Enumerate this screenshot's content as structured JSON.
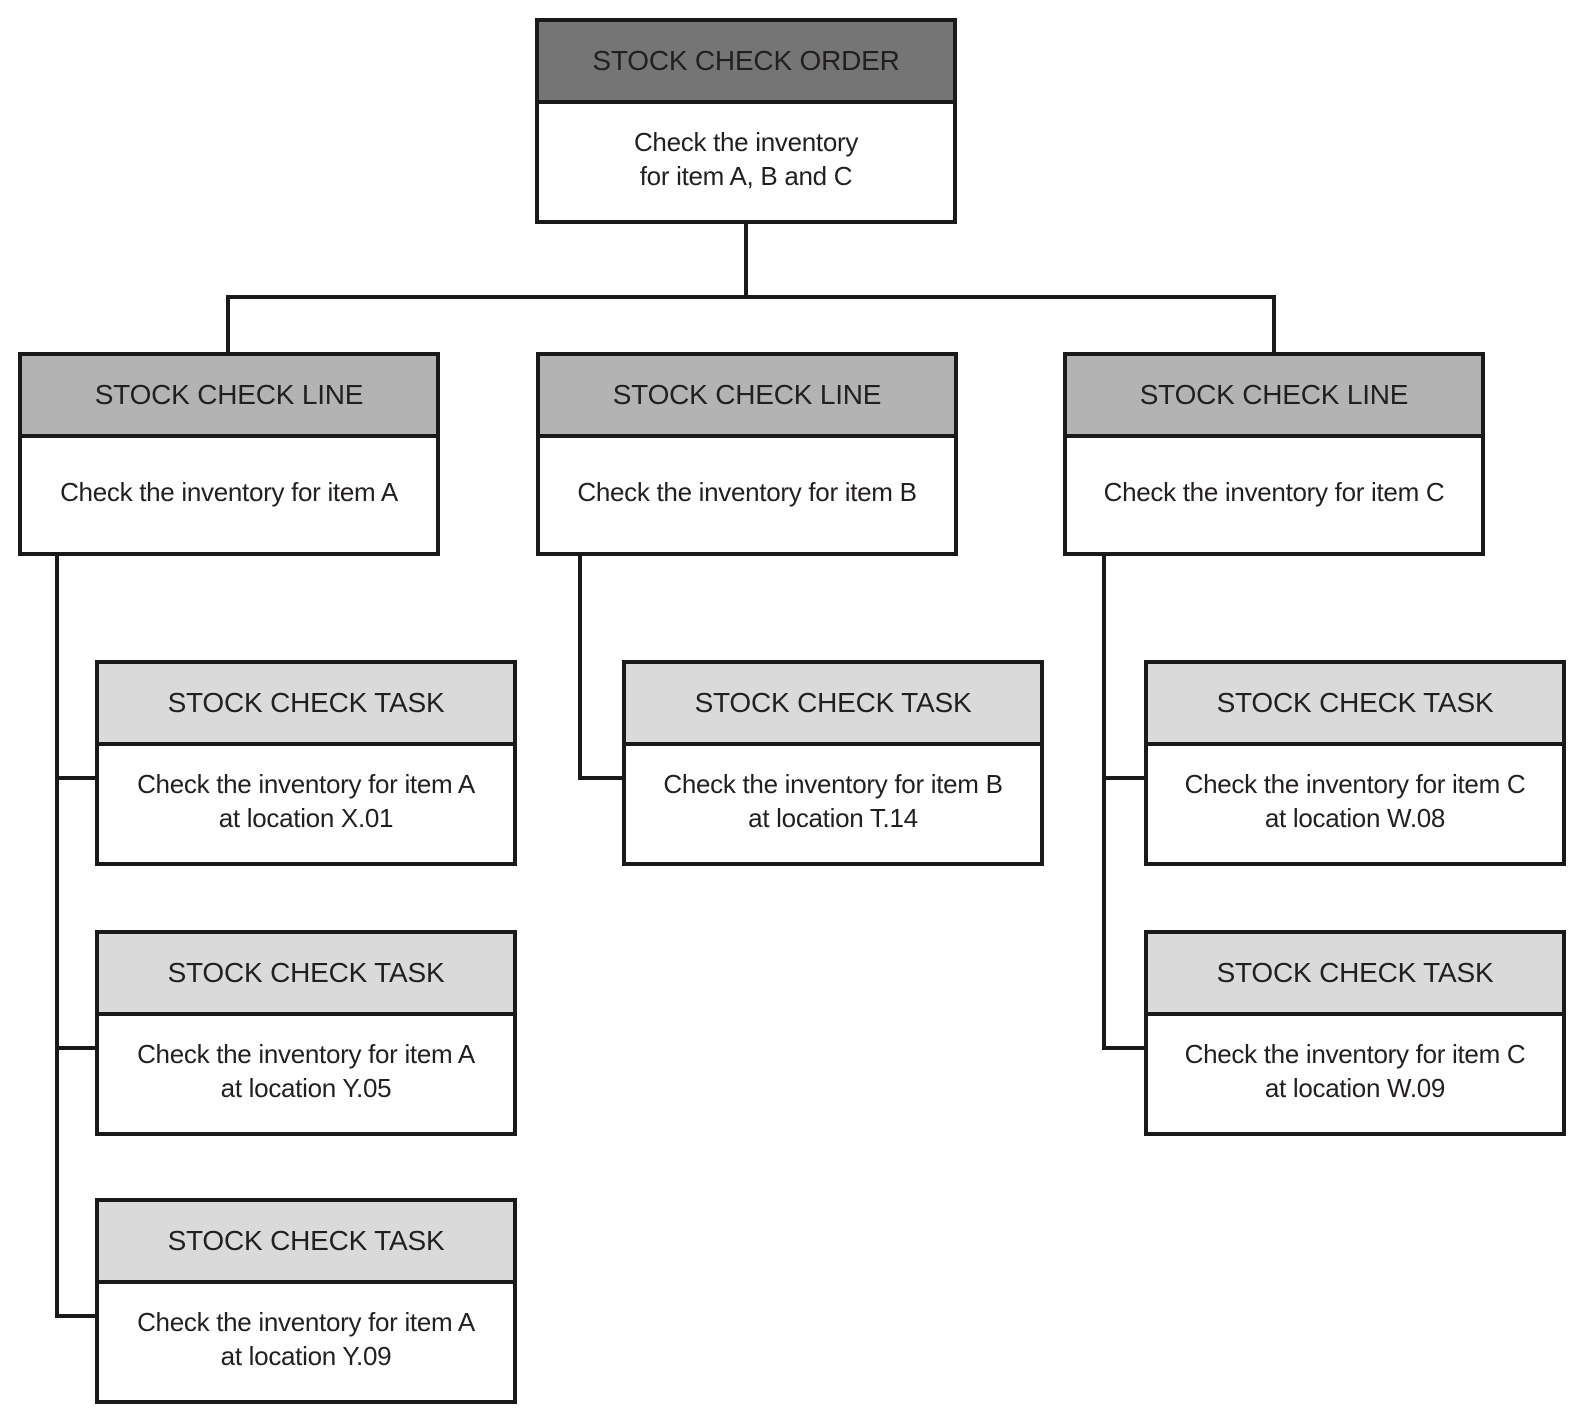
{
  "diagram": {
    "colors": {
      "order_header": "#757575",
      "line_header": "#b3b3b3",
      "task_header": "#dadada",
      "border": "#1a1a1a",
      "body_bg": "#ffffff",
      "text": "#231f20"
    },
    "root": {
      "title": "STOCK CHECK ORDER",
      "text": "Check the inventory\nfor item A, B and C"
    },
    "lines": [
      {
        "title": "STOCK CHECK LINE",
        "text": "Check the inventory for item A",
        "tasks": [
          {
            "title": "STOCK CHECK TASK",
            "text": "Check the inventory for item A\nat location X.01"
          },
          {
            "title": "STOCK CHECK TASK",
            "text": "Check the inventory for item A\nat location Y.05"
          },
          {
            "title": "STOCK CHECK TASK",
            "text": "Check the inventory for item A\nat location Y.09"
          }
        ]
      },
      {
        "title": "STOCK CHECK LINE",
        "text": "Check the inventory for item B",
        "tasks": [
          {
            "title": "STOCK CHECK TASK",
            "text": "Check the inventory for item B\nat location T.14"
          }
        ]
      },
      {
        "title": "STOCK CHECK LINE",
        "text": "Check the inventory for item C",
        "tasks": [
          {
            "title": "STOCK CHECK TASK",
            "text": "Check the inventory for item C\nat location W.08"
          },
          {
            "title": "STOCK CHECK TASK",
            "text": "Check the inventory for item C\nat location W.09"
          }
        ]
      }
    ]
  }
}
